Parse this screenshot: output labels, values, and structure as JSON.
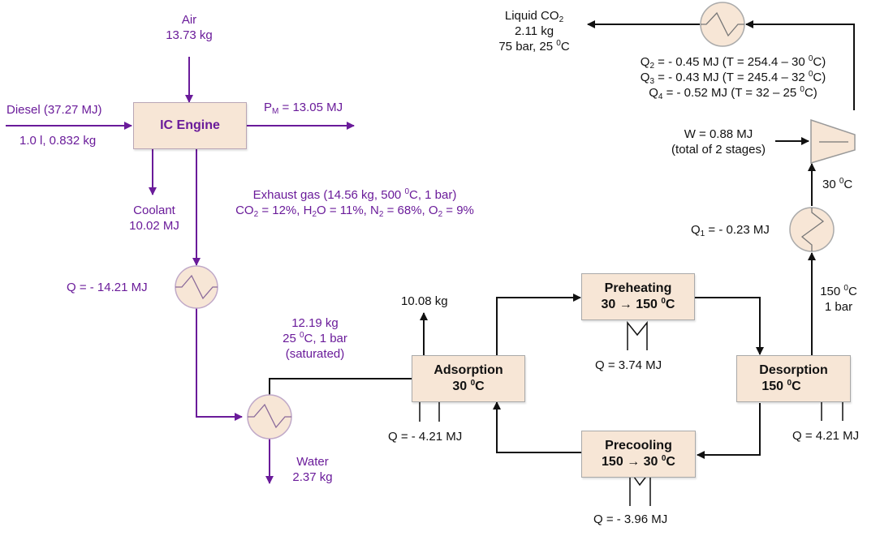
{
  "engine": {
    "title": "IC Engine",
    "air": {
      "name": "Air",
      "mass": "13.73 kg"
    },
    "diesel": {
      "name": "Diesel (37.27 MJ)",
      "spec": "1.0 l, 0.832 kg"
    },
    "power": {
      "symbol": "P",
      "sub": "M",
      "value": " = 13.05 MJ"
    },
    "coolant": {
      "name": "Coolant",
      "energy": "10.02 MJ"
    }
  },
  "exhaust": {
    "line1_pre": "Exhaust gas (14.56 kg, 500 ",
    "line1_deg": "0",
    "line1_post": "C, 1 bar)",
    "composition": [
      {
        "species": "CO",
        "sub": "2",
        "value": " = 12%, "
      },
      {
        "species": "H",
        "sub": "2",
        "value": "O = 11%, "
      },
      {
        "species": "N",
        "sub": "2",
        "value": " = 68%, "
      },
      {
        "species": "O",
        "sub": "2",
        "value": " = 9%"
      }
    ]
  },
  "cooler1": {
    "q": "Q = - 14.21 MJ"
  },
  "condenser": {
    "mass": "12.19 kg",
    "cond_pre": "25 ",
    "cond_deg": "0",
    "cond_post": "C, 1 bar",
    "state": "(saturated)",
    "water_name": "Water",
    "water_mass": "2.37 kg"
  },
  "adsorption": {
    "title": "Adsorption",
    "temp": "30 ",
    "deg": "0",
    "unit": "C",
    "vent": "10.08 kg",
    "q": "Q = - 4.21 MJ"
  },
  "preheating": {
    "title": "Preheating",
    "temp": "30 → 150 ",
    "deg": "0",
    "unit": "C",
    "q": "Q = 3.74 MJ"
  },
  "desorption": {
    "title": "Desorption",
    "temp": "150 ",
    "deg": "0",
    "unit": "C",
    "q": "Q = 4.21 MJ",
    "outlet_temp": "150 ",
    "outlet_deg": "0",
    "outlet_unit": "C",
    "outlet_pressure": "1 bar"
  },
  "precooling": {
    "title": "Precooling",
    "temp": "150 → 30 ",
    "deg": "0",
    "unit": "C",
    "q": "Q = - 3.96 MJ"
  },
  "cooler_q1": {
    "symbol": "Q",
    "sub": "1",
    "value": " = - 0.23 MJ",
    "after_temp": "30 ",
    "after_deg": "0",
    "after_unit": "C"
  },
  "compressor": {
    "work": "W = 0.88 MJ",
    "note": "(total of 2 stages)"
  },
  "aftercoolers": [
    {
      "sub": "2",
      "value": " = - 0.45 MJ (T = 254.4 – 30 ",
      "deg": "0",
      "unit": "C)"
    },
    {
      "sub": "3",
      "value": " = - 0.43 MJ (T = 245.4 – 32 ",
      "deg": "0",
      "unit": "C)"
    },
    {
      "sub": "4",
      "value": " = - 0.52 MJ (T = 32 – 25 ",
      "deg": "0",
      "unit": "C)"
    }
  ],
  "product": {
    "name": "Liquid CO",
    "sub": "2",
    "mass": "2.11 kg",
    "cond_pre": "75 bar, 25 ",
    "deg": "0",
    "unit": "C"
  },
  "colors": {
    "purple": "#6a1b9a",
    "black": "#111111",
    "box_fill": "#f7e6d6"
  }
}
